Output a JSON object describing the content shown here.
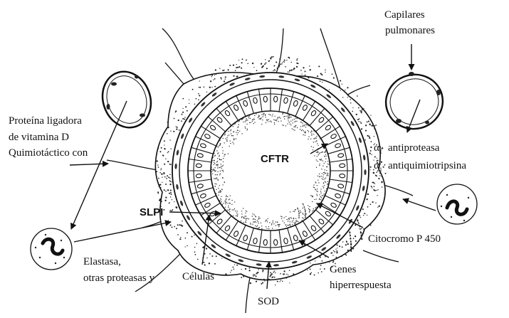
{
  "labels": {
    "capilares_line1": "Capilares",
    "capilares_line2": "pulmonares",
    "proteina_line1": "Proteína ligadora",
    "proteina_line2": "de vitamina D",
    "proteina_line3": "Quimiotáctico con",
    "cftr": "CFTR",
    "alpha_symbol": "α",
    "alpha_sub": "1",
    "antiproteasa": "antiproteasa",
    "antiquimiotripsina": "antiquimiotripsina",
    "slpi": "SLPI",
    "citocromo": "Citocromo P 450",
    "elastasa_line1": "Elastasa,",
    "elastasa_line2": "otras proteasas y",
    "celulas": "Células",
    "genes_line1": "Genes",
    "genes_line2": "hiperrespuesta",
    "sod": "SOD"
  }
}
